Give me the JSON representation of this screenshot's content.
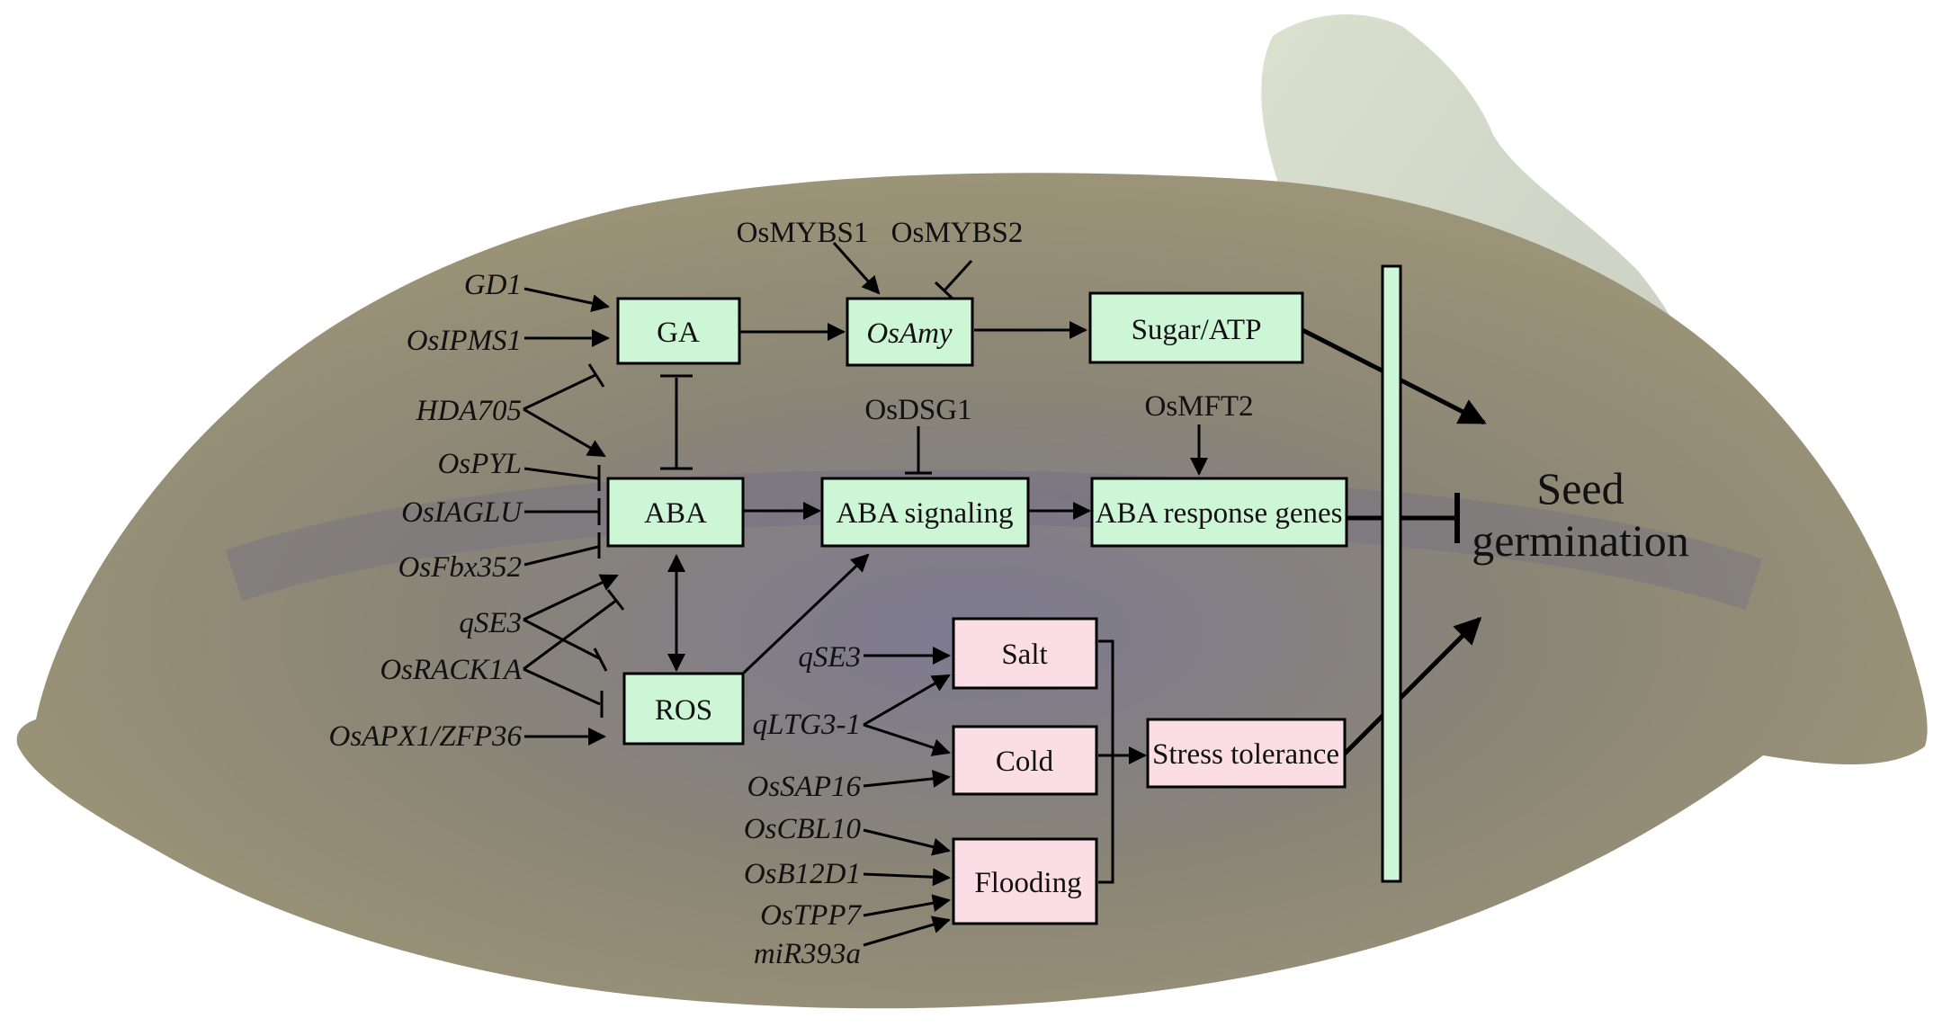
{
  "colors": {
    "process_box": "#ccf6d6",
    "stress_box": "#fbdde6",
    "seed_body": "#8f8876",
    "seed_shadow": "#6e6a8a",
    "sprout": "#c9d1bd",
    "edge": "#000000"
  },
  "nodes": {
    "ga": "GA",
    "osamy": "OsAmy",
    "sugar_atp": "Sugar/ATP",
    "aba": "ABA",
    "aba_signaling": "ABA signaling",
    "aba_response": "ABA response genes",
    "ros": "ROS",
    "salt": "Salt",
    "cold": "Cold",
    "flooding": "Flooding",
    "stress_tolerance": "Stress tolerance",
    "seed_germination_line1": "Seed",
    "seed_germination_line2": "germination"
  },
  "regulators": {
    "osmybs1": "OsMYBS1",
    "osmybs2": "OsMYBS2",
    "osdsg1": "OsDSG1",
    "osmft2": "OsMFT2",
    "gd1": "GD1",
    "osipms1": "OsIPMS1",
    "hda705": "HDA705",
    "ospyl": "OsPYL",
    "osiaglu": "OsIAGLU",
    "osfbx352": "OsFbx352",
    "qse3_left": "qSE3",
    "osrack1a": "OsRACK1A",
    "osapx1_zfp36": "OsAPX1/ZFP36",
    "qse3_right": "qSE3",
    "qltg3_1": "qLTG3-1",
    "ossap16": "OsSAP16",
    "oscbl10": "OsCBL10",
    "osb12d1": "OsB12D1",
    "ostpp7": "OsTPP7",
    "mir393a": "miR393a"
  },
  "edges": [
    {
      "from": "GD1",
      "to": "GA",
      "type": "promotes"
    },
    {
      "from": "OsIPMS1",
      "to": "GA",
      "type": "promotes"
    },
    {
      "from": "HDA705",
      "to": "GA",
      "type": "inhibits"
    },
    {
      "from": "HDA705",
      "to": "ABA",
      "type": "promotes"
    },
    {
      "from": "OsPYL",
      "to": "ABA",
      "type": "inhibits"
    },
    {
      "from": "OsIAGLU",
      "to": "ABA",
      "type": "inhibits"
    },
    {
      "from": "OsFbx352",
      "to": "ABA",
      "type": "inhibits"
    },
    {
      "from": "qSE3",
      "to": "ABA",
      "type": "promotes"
    },
    {
      "from": "qSE3",
      "to": "ROS",
      "type": "inhibits"
    },
    {
      "from": "OsRACK1A",
      "to": "ABA",
      "type": "inhibits"
    },
    {
      "from": "OsRACK1A",
      "to": "ROS",
      "type": "inhibits"
    },
    {
      "from": "OsAPX1/ZFP36",
      "to": "ROS",
      "type": "promotes"
    },
    {
      "from": "ABA",
      "to": "GA",
      "type": "inhibits"
    },
    {
      "from": "ABA",
      "to": "ROS",
      "type": "promotes-both"
    },
    {
      "from": "GA",
      "to": "OsAmy",
      "type": "promotes"
    },
    {
      "from": "OsMYBS1",
      "to": "OsAmy",
      "type": "promotes"
    },
    {
      "from": "OsMYBS2",
      "to": "OsAmy",
      "type": "inhibits"
    },
    {
      "from": "OsAmy",
      "to": "Sugar/ATP",
      "type": "promotes"
    },
    {
      "from": "ABA",
      "to": "ABA signaling",
      "type": "promotes"
    },
    {
      "from": "ROS",
      "to": "ABA signaling",
      "type": "promotes"
    },
    {
      "from": "OsDSG1",
      "to": "ABA signaling",
      "type": "inhibits"
    },
    {
      "from": "ABA signaling",
      "to": "ABA response genes",
      "type": "promotes"
    },
    {
      "from": "OsMFT2",
      "to": "ABA response genes",
      "type": "promotes"
    },
    {
      "from": "Sugar/ATP",
      "to": "Seed germination",
      "type": "promotes"
    },
    {
      "from": "ABA response genes",
      "to": "Seed germination",
      "type": "inhibits"
    },
    {
      "from": "Stress tolerance",
      "to": "Seed germination",
      "type": "promotes"
    },
    {
      "from": "qSE3",
      "to": "Salt",
      "type": "promotes"
    },
    {
      "from": "qLTG3-1",
      "to": "Salt",
      "type": "promotes"
    },
    {
      "from": "qLTG3-1",
      "to": "Cold",
      "type": "promotes"
    },
    {
      "from": "OsSAP16",
      "to": "Cold",
      "type": "promotes"
    },
    {
      "from": "OsCBL10",
      "to": "Flooding",
      "type": "promotes"
    },
    {
      "from": "OsB12D1",
      "to": "Flooding",
      "type": "promotes"
    },
    {
      "from": "OsTPP7",
      "to": "Flooding",
      "type": "promotes"
    },
    {
      "from": "miR393a",
      "to": "Flooding",
      "type": "promotes"
    },
    {
      "from": "Salt / Cold / Flooding",
      "to": "Stress tolerance",
      "type": "promotes"
    }
  ]
}
